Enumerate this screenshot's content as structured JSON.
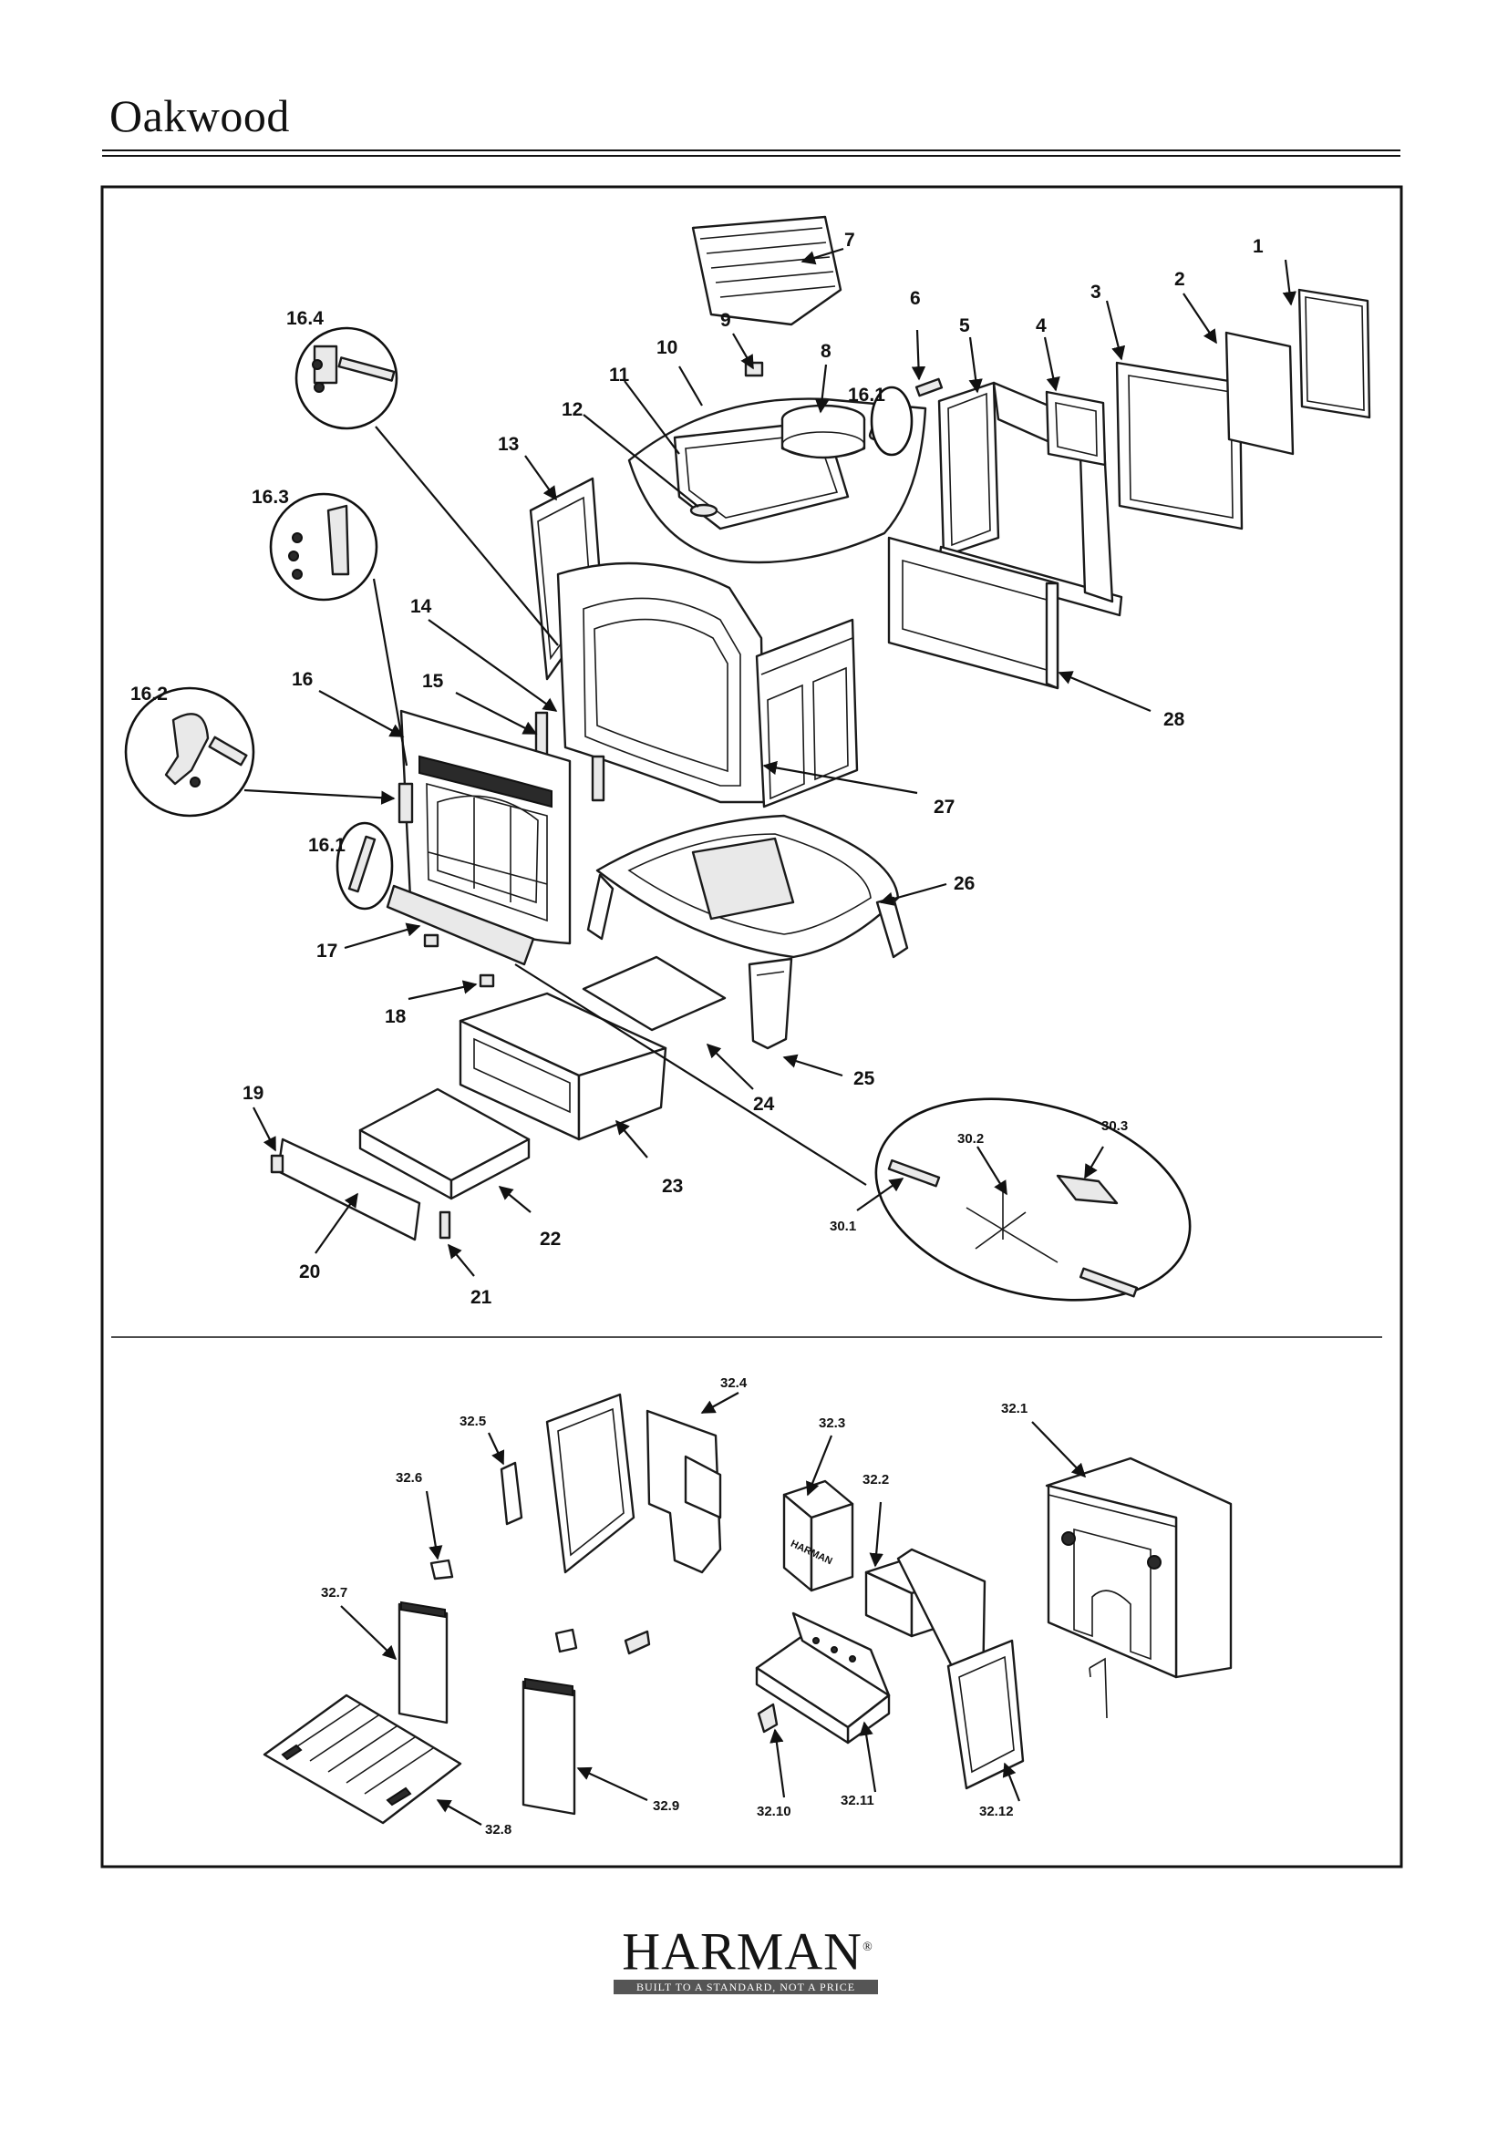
{
  "page": {
    "title": "Oakwood"
  },
  "upper_labels": {
    "p1": "1",
    "p2": "2",
    "p3": "3",
    "p4": "4",
    "p5": "5",
    "p6": "6",
    "p7": "7",
    "p8": "8",
    "p9": "9",
    "p10": "10",
    "p11": "11",
    "p12": "12",
    "p13": "13",
    "p14": "14",
    "p15": "15",
    "p16": "16",
    "p16_1a": "16.1",
    "p16_1b": "16.1",
    "p16_2": "16.2",
    "p16_3": "16.3",
    "p16_4": "16.4",
    "p17": "17",
    "p18": "18",
    "p19": "19",
    "p20": "20",
    "p21": "21",
    "p22": "22",
    "p23": "23",
    "p24": "24",
    "p25": "25",
    "p26": "26",
    "p27": "27",
    "p28": "28",
    "p30_1": "30.1",
    "p30_2": "30.2",
    "p30_3": "30.3"
  },
  "lower_labels": {
    "p32_1": "32.1",
    "p32_2": "32.2",
    "p32_3": "32.3",
    "p32_4": "32.4",
    "p32_5": "32.5",
    "p32_6": "32.6",
    "p32_7": "32.7",
    "p32_8": "32.8",
    "p32_9": "32.9",
    "p32_10": "32.10",
    "p32_11": "32.11",
    "p32_12": "32.12"
  },
  "brick_marking": "HARMAN",
  "brand": {
    "logo_text": "HARMAN",
    "registered": "®",
    "tagline": "BUILT TO A STANDARD, NOT A PRICE"
  },
  "colors": {
    "line": "#111111",
    "paper": "#ffffff",
    "tag_bg": "#555555"
  },
  "icons": {
    "arrow": "leader-arrow-icon"
  }
}
